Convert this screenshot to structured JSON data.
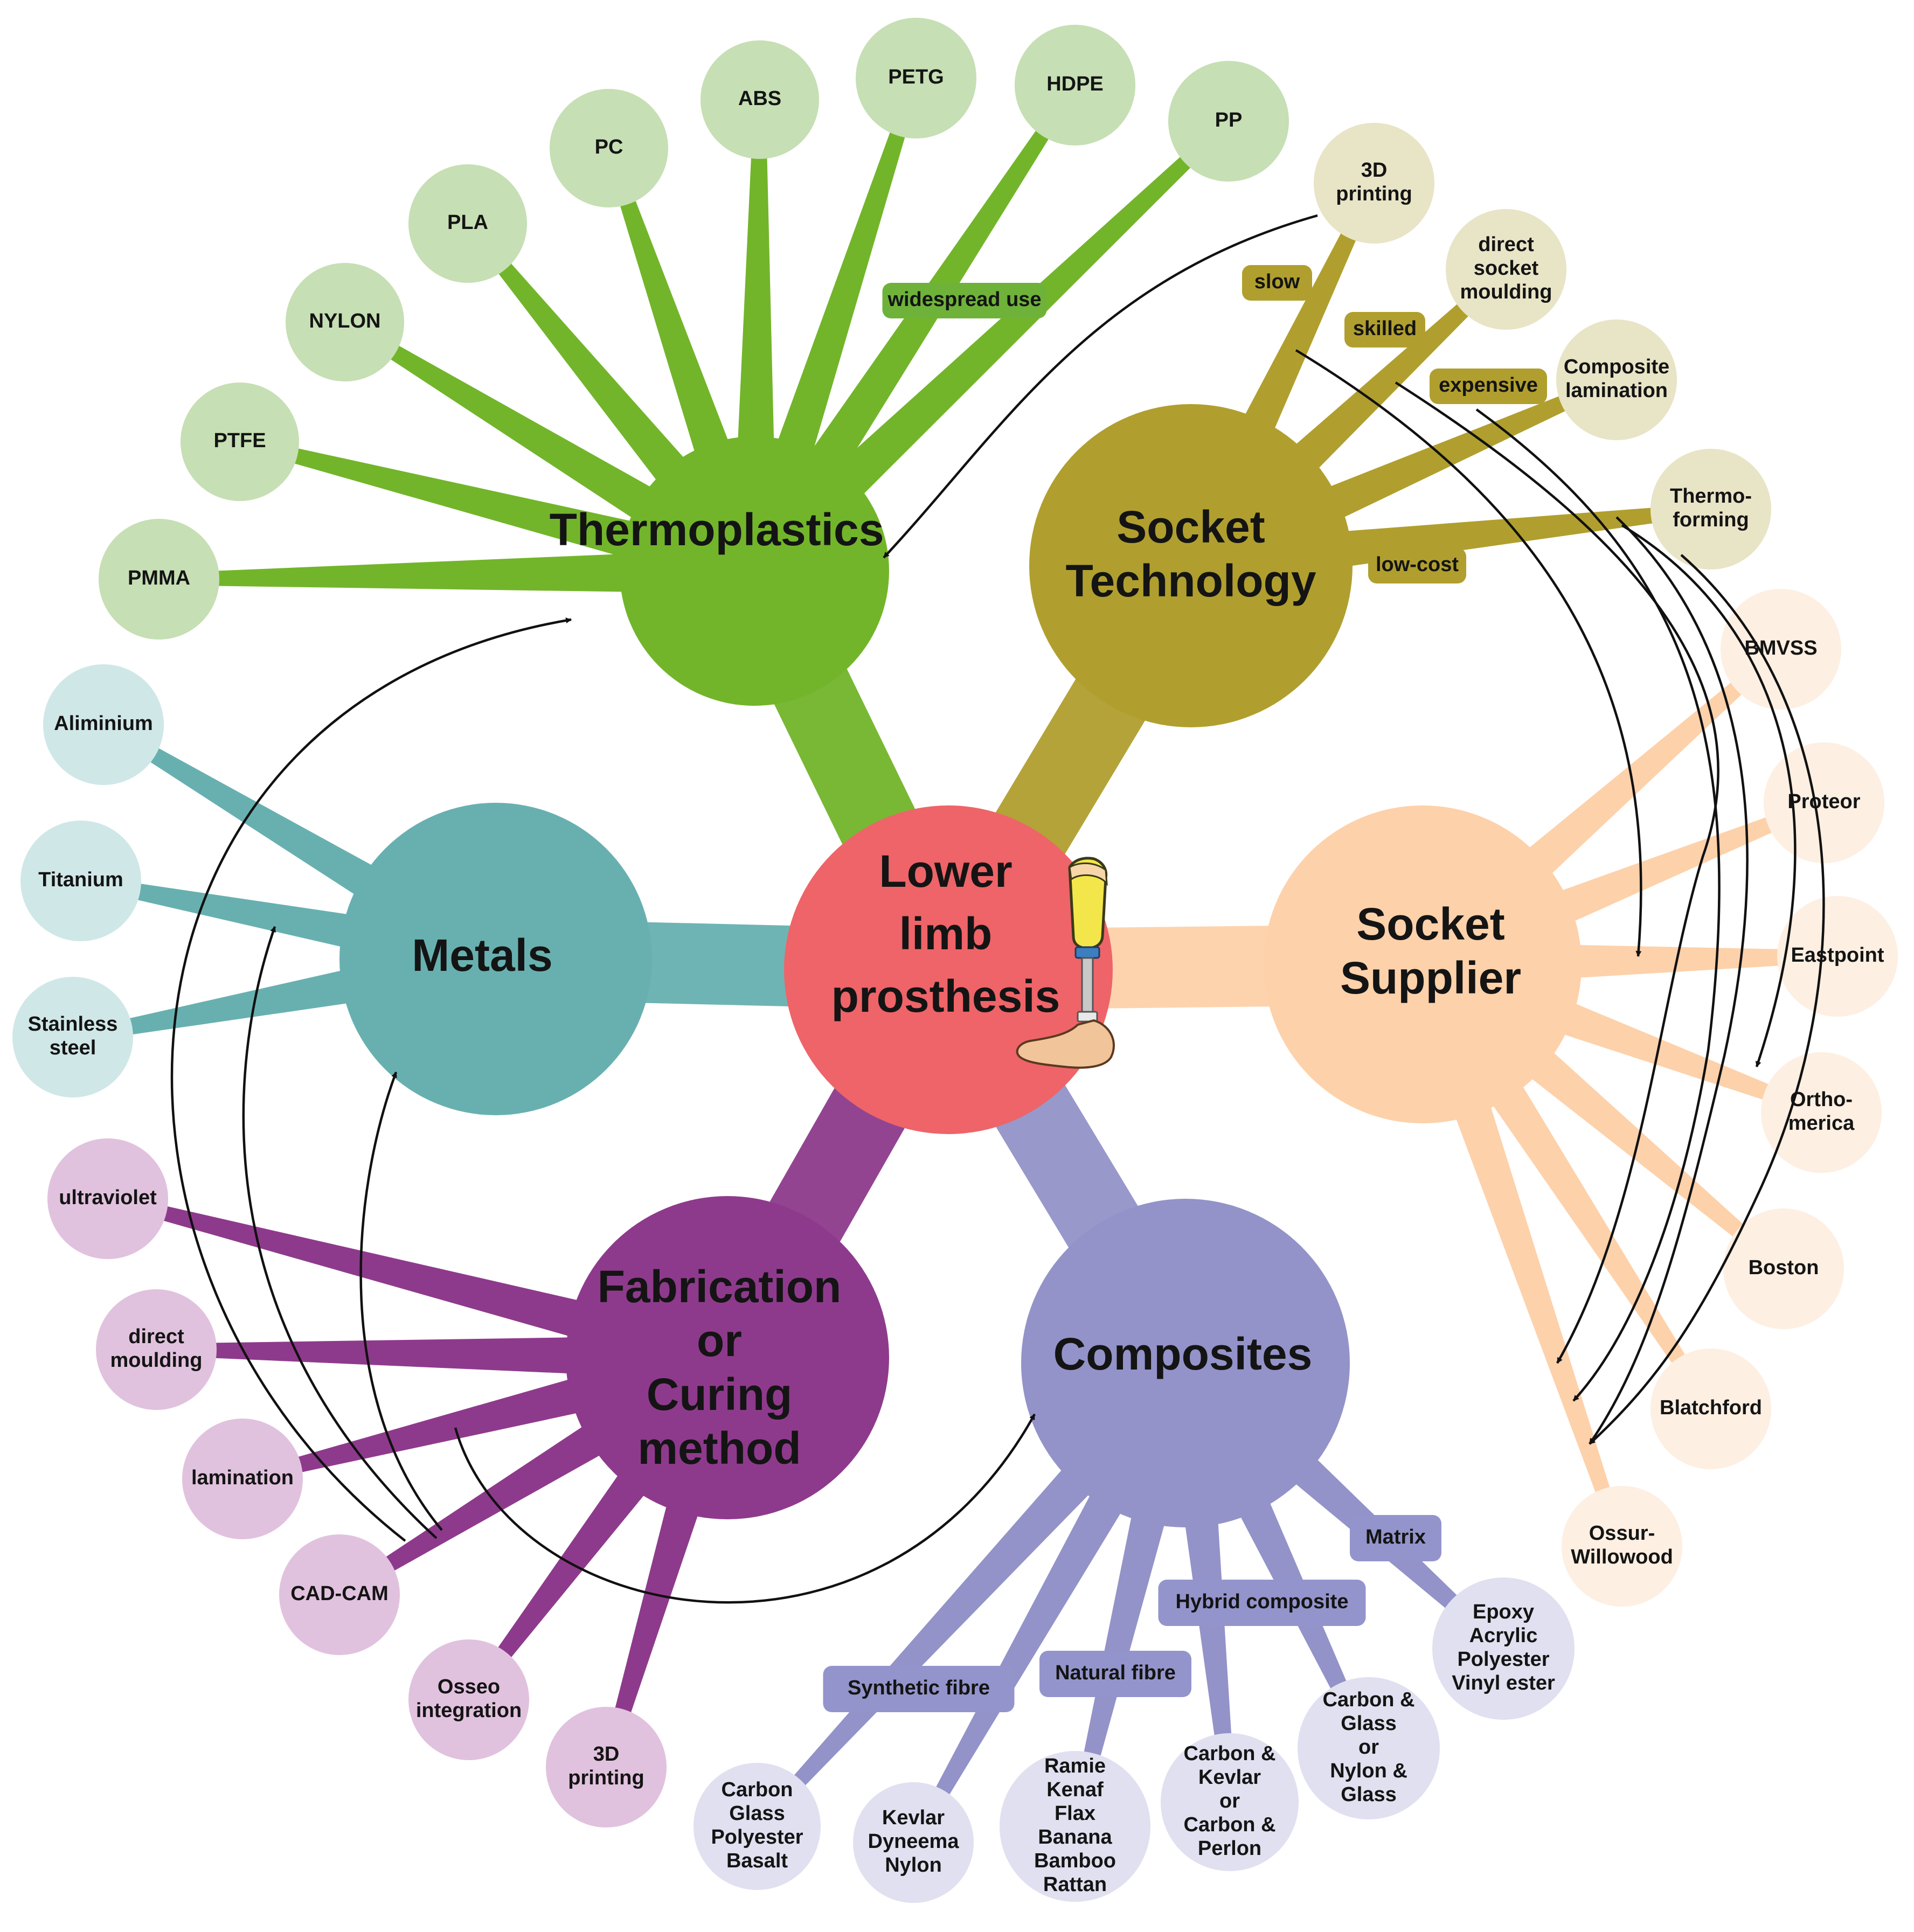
{
  "center": {
    "lines": [
      "Lower",
      "limb",
      "prosthesis"
    ]
  },
  "hubs": {
    "thermoplastics": {
      "lines": [
        "Thermoplastics"
      ]
    },
    "socket_technology": {
      "lines": [
        "Socket",
        "Technology"
      ]
    },
    "metals": {
      "lines": [
        "Metals"
      ]
    },
    "socket_supplier": {
      "lines": [
        "Socket",
        "Supplier"
      ]
    },
    "fabrication": {
      "lines": [
        "Fabrication",
        "or",
        "Curing",
        "method"
      ]
    },
    "composites": {
      "lines": [
        "Composites"
      ]
    }
  },
  "leaves": {
    "thermoplastics": [
      {
        "lines": [
          "PMMA"
        ]
      },
      {
        "lines": [
          "PTFE"
        ]
      },
      {
        "lines": [
          "NYLON"
        ]
      },
      {
        "lines": [
          "PLA"
        ]
      },
      {
        "lines": [
          "PC"
        ]
      },
      {
        "lines": [
          "ABS"
        ]
      },
      {
        "lines": [
          "PETG"
        ]
      },
      {
        "lines": [
          "HDPE"
        ]
      },
      {
        "lines": [
          "PP"
        ]
      }
    ],
    "socket_technology": [
      {
        "lines": [
          "3D",
          "printing"
        ]
      },
      {
        "lines": [
          "direct",
          "socket",
          "moulding"
        ]
      },
      {
        "lines": [
          "Composite",
          "lamination"
        ]
      },
      {
        "lines": [
          "Thermo-",
          "forming"
        ]
      }
    ],
    "metals": [
      {
        "lines": [
          "Aliminium"
        ]
      },
      {
        "lines": [
          "Titanium"
        ]
      },
      {
        "lines": [
          "Stainless",
          "steel"
        ]
      }
    ],
    "socket_supplier": [
      {
        "lines": [
          "BMVSS"
        ]
      },
      {
        "lines": [
          "Proteor"
        ]
      },
      {
        "lines": [
          "Eastpoint"
        ]
      },
      {
        "lines": [
          "Ortho-",
          "merica"
        ]
      },
      {
        "lines": [
          "Boston"
        ]
      },
      {
        "lines": [
          "Blatchford"
        ]
      },
      {
        "lines": [
          "Ossur-",
          "Willowood"
        ]
      }
    ],
    "fabrication": [
      {
        "lines": [
          "ultraviolet"
        ]
      },
      {
        "lines": [
          "direct",
          "moulding"
        ]
      },
      {
        "lines": [
          "lamination"
        ]
      },
      {
        "lines": [
          "CAD-CAM"
        ]
      },
      {
        "lines": [
          "Osseo",
          "integration"
        ]
      },
      {
        "lines": [
          "3D",
          "printing"
        ]
      }
    ],
    "composites": [
      {
        "lines": [
          "Carbon",
          "Glass",
          "Polyester",
          "Basalt"
        ]
      },
      {
        "lines": [
          "Kevlar",
          "Dyneema",
          "Nylon"
        ]
      },
      {
        "lines": [
          "Ramie",
          "Kenaf",
          "Flax",
          "Banana",
          "Bamboo",
          "Rattan"
        ]
      },
      {
        "lines": [
          "Carbon &",
          "Kevlar",
          "or",
          "Carbon &",
          "Perlon"
        ]
      },
      {
        "lines": [
          "Carbon &",
          "Glass",
          "or",
          "Nylon &",
          "Glass"
        ]
      },
      {
        "lines": [
          "Epoxy",
          "Acrylic",
          "Polyester",
          "Vinyl ester"
        ]
      }
    ]
  },
  "tags": {
    "widespread": "widespread use",
    "slow": "slow",
    "skilled": "skilled",
    "expensive": "expensive",
    "low_cost": "low-cost",
    "matrix": "Matrix",
    "hybrid": "Hybrid composite",
    "natural": "Natural  fibre",
    "synthetic": "Synthetic fibre"
  },
  "colors": {
    "center": "#ee6468",
    "thermoplastics": "#72b52a",
    "thermoplastics_leaf": "#c6dfb4",
    "socket_technology": "#b09f2e",
    "socket_technology_leaf": "#e8e4c6",
    "metals": "#68b0b0",
    "metals_leaf": "#d0e7e8",
    "socket_supplier": "#fdd1aa",
    "socket_supplier_leaf": "#fdefe2",
    "fabrication": "#8e3a8c",
    "fabrication_leaf": "#e1c2de",
    "composites": "#9393c9",
    "composites_leaf": "#e0e0f0",
    "tag_green": "#6fb23a",
    "tag_olive": "#b09f2e",
    "tag_purple": "#9494cc"
  }
}
